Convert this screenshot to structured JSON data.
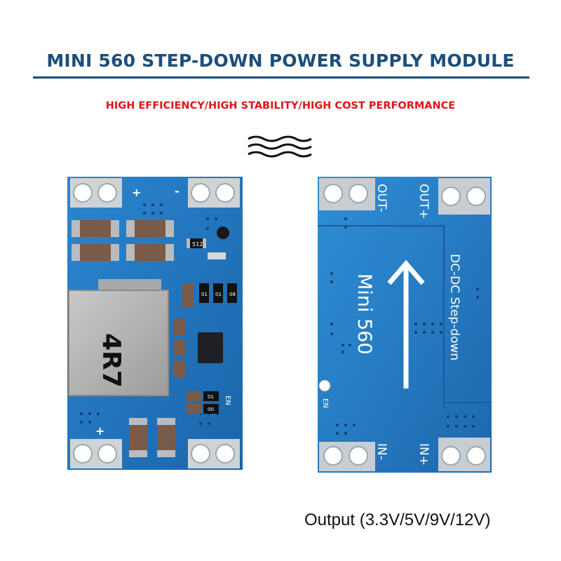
{
  "header": {
    "title": "MINI 560 STEP-DOWN POWER SUPPLY MODULE",
    "subtitle": "HIGH EFFICIENCY/HIGH STABILITY/HIGH COST PERFORMANCE"
  },
  "front_board": {
    "inductor_marking": "4R7",
    "plus_label": "+",
    "minus_label": "-",
    "en_label": "EN",
    "resistor_code": "512",
    "smd_codes": [
      "01",
      "01",
      "08"
    ],
    "bottom_codes": [
      "01",
      "00"
    ]
  },
  "back_board": {
    "out_minus": "OUT-",
    "out_plus": "OUT+",
    "model": "Mini 560",
    "description": "DC-DC Step-down",
    "en_label": "EN",
    "in_minus": "IN-",
    "in_plus": "IN+"
  },
  "caption": "Output (3.3V/5V/9V/12V)",
  "colors": {
    "pcb_blue": "#1f6fb8",
    "title_blue": "#1d4e7a",
    "subtitle_red": "#e0141a"
  }
}
